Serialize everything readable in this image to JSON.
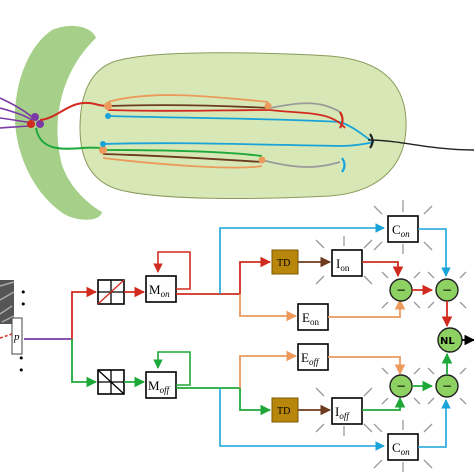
{
  "colors": {
    "retina_green": "#a6d08a",
    "lgn_green": "#d7e8b6",
    "red": "#d12b1f",
    "green": "#1ea83a",
    "blue": "#1aa3d9",
    "orange": "#eb9a5c",
    "brown": "#6b3a1f",
    "gray": "#9a9a9a",
    "purple": "#7c3aa5",
    "td_fill": "#b8860b",
    "circle_green": "#8ed163"
  },
  "labels": {
    "p": "p",
    "dots_top": "•\n•",
    "m_on": {
      "base": "M",
      "sub": "on"
    },
    "m_off": {
      "base": "M",
      "sub": "off"
    },
    "td_top": "TD",
    "td_bottom": "TD",
    "i_on": {
      "base": "I",
      "sub": "on"
    },
    "i_off": {
      "base": "I",
      "sub": "off"
    },
    "e_on": {
      "base": "E",
      "sub": "on"
    },
    "e_off": {
      "base": "E",
      "sub": "off"
    },
    "c_on_top": {
      "base": "C",
      "sub": "on"
    },
    "c_on_bottom": {
      "base": "C",
      "sub": "on"
    },
    "minus": "−",
    "nl": "NL"
  }
}
